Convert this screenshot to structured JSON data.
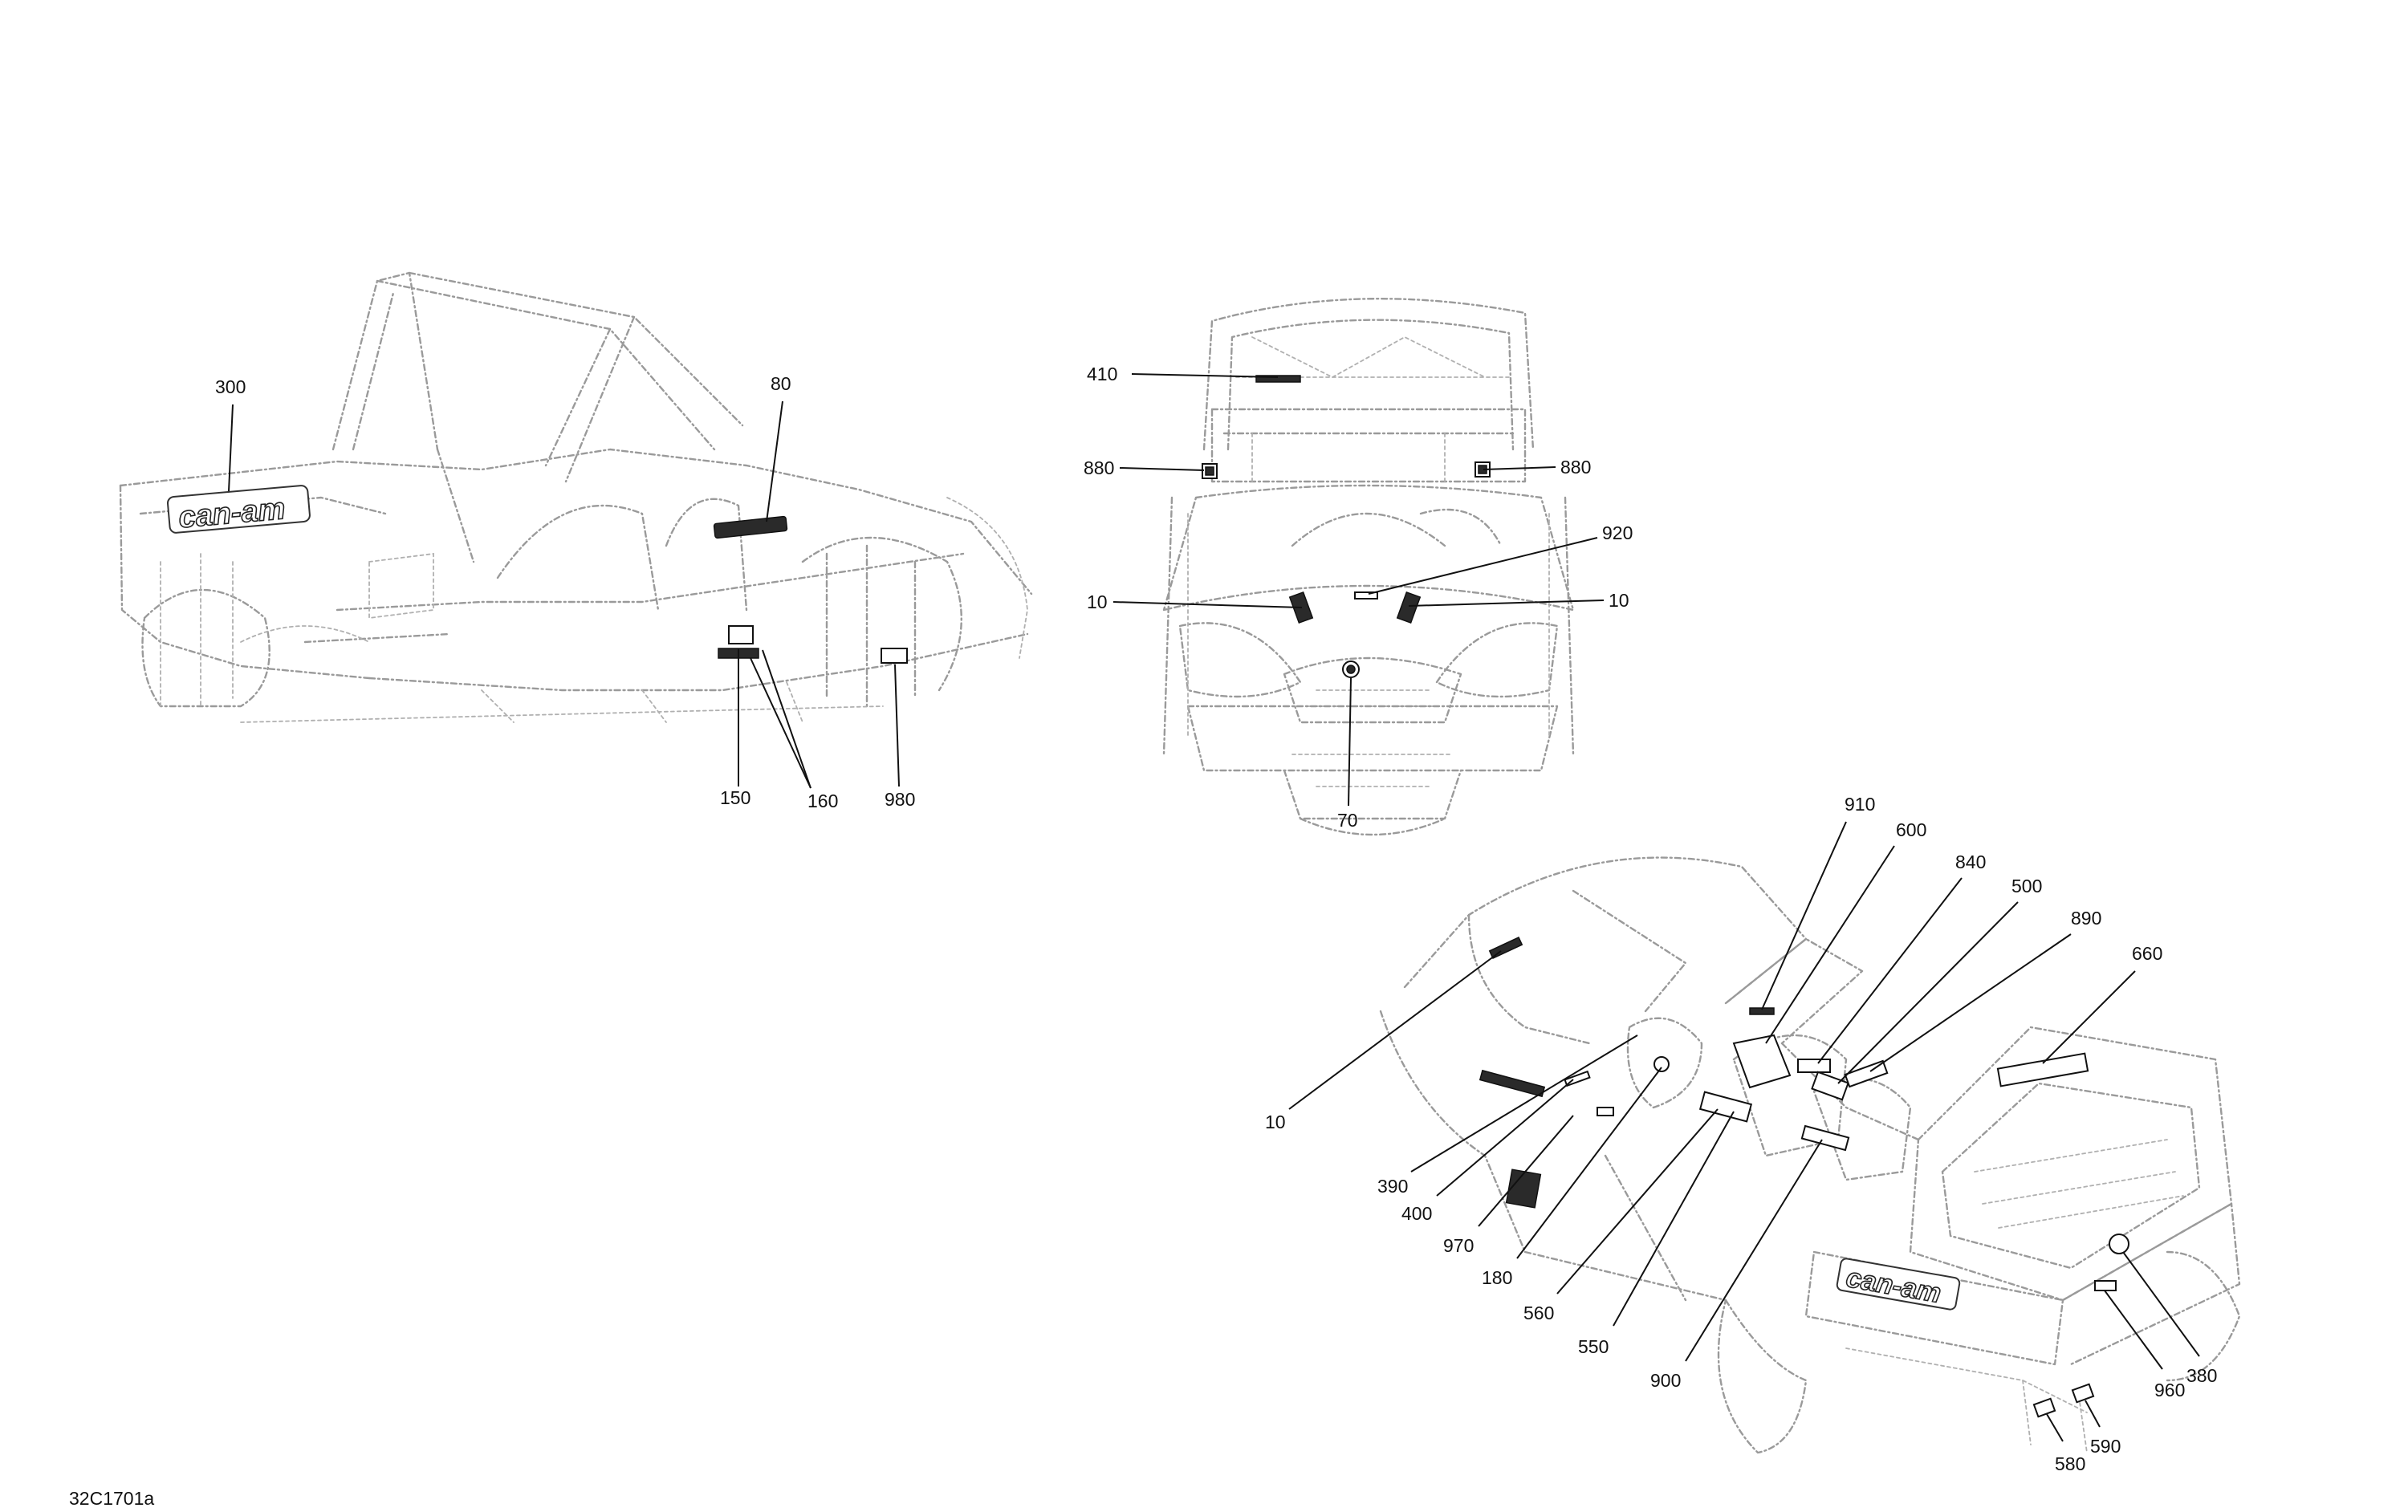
{
  "diagram_id": "32C1701a",
  "callouts": {
    "side": [
      "300",
      "80",
      "150",
      "160",
      "980"
    ],
    "front": [
      "410",
      "880",
      "880",
      "920",
      "10",
      "10",
      "70"
    ],
    "iso": [
      "910",
      "600",
      "840",
      "500",
      "890",
      "660",
      "10",
      "390",
      "400",
      "970",
      "180",
      "560",
      "550",
      "900",
      "380",
      "960",
      "590",
      "580"
    ]
  },
  "logo_text": "can-am",
  "colors": {
    "line": "#111111",
    "sketch": "#9a9a9a",
    "background": "#ffffff"
  }
}
